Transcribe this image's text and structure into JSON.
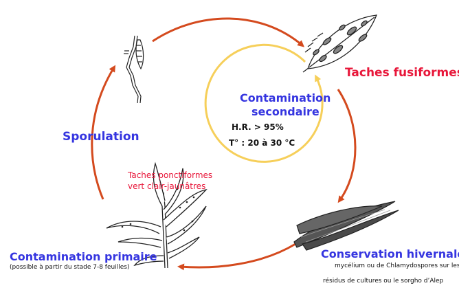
{
  "colors": {
    "cycle_arrow": "#d44a1e",
    "inner_circle": "#f6cf5a",
    "stage_label": "#3535e0",
    "symptom_label": "#e8173a",
    "text": "#111111"
  },
  "stages": {
    "symptoms_fusiform": {
      "label": "Taches fusiformes"
    },
    "overwintering": {
      "label": "Conservation hivernale",
      "note_line1": "mycélium ou de Chlamydospores sur les",
      "note_line2": "résidus de cultures ou le sorgho d’Alep"
    },
    "primary_contamination": {
      "label": "Contamination primaire",
      "note": "(possible à partir du stade 7-8 feuilles)"
    },
    "symptoms_punctiform": {
      "line1": "Taches ponctiformes",
      "line2": "vert clair-jaunâtres"
    },
    "sporulation": {
      "label": "Sporulation"
    }
  },
  "secondary_contamination": {
    "title_line1": "Contamination",
    "title_line2": "secondaire",
    "humidity": "H.R. > 95%",
    "temperature": "T° : 20 à 30 °C"
  },
  "icons": [
    "spore-icon",
    "infected-leaf-icon",
    "crop-residue-icon",
    "maize-plant-icon"
  ]
}
